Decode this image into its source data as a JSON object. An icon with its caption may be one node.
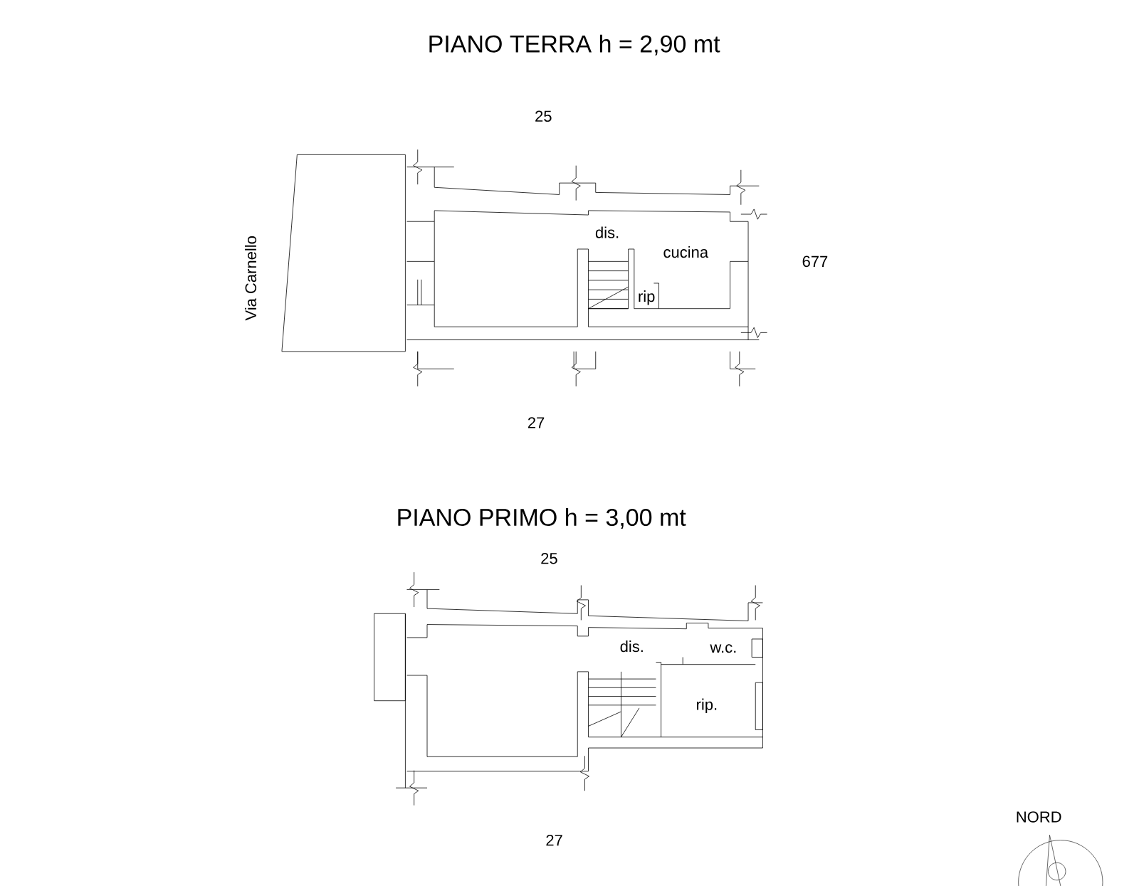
{
  "diagram": {
    "labels": [
      "PIANO TERRA h = 2,90 mt",
      "25",
      "Via Carnello",
      "dis.",
      "cucina",
      "677",
      "rip",
      "27",
      "PIANO PRIMO  h = 3,00 mt",
      "25",
      "dis.",
      "w.c.",
      "rip.",
      "27",
      "NORD"
    ]
  }
}
